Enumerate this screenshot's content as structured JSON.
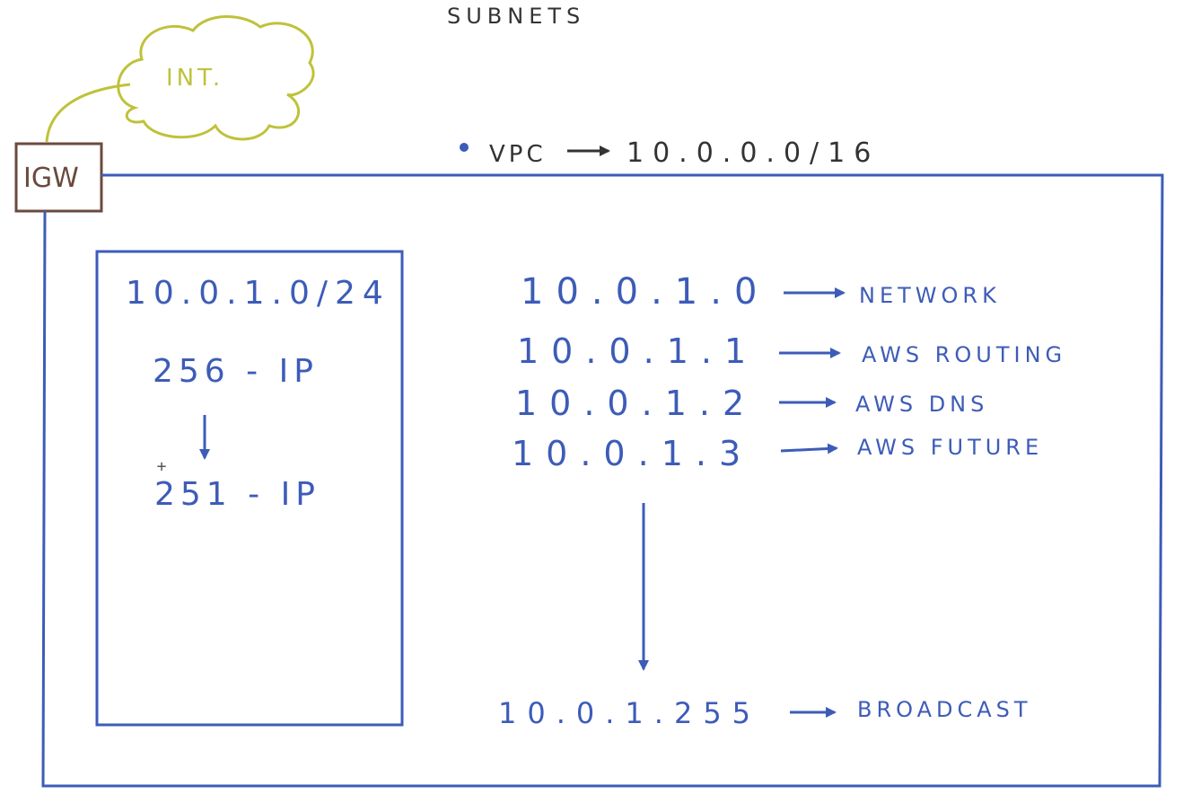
{
  "title": "SUBNETS",
  "internet_label": "INT.",
  "igw_label": "IGW",
  "vpc": {
    "label": "VPC",
    "cidr": "10.0.0.0/16"
  },
  "subnet": {
    "cidr": "10.0.1.0/24",
    "total_ips": "256 - IP",
    "usable_ips": "251 - IP"
  },
  "reserved": [
    {
      "ip": "10.0.1.0",
      "purpose": "NETWORK"
    },
    {
      "ip": "10.0.1.1",
      "purpose": "AWS ROUTING"
    },
    {
      "ip": "10.0.1.2",
      "purpose": "AWS DNS"
    },
    {
      "ip": "10.0.1.3",
      "purpose": "AWS FUTURE"
    }
  ],
  "broadcast": {
    "ip": "10.0.1.255",
    "purpose": "BROADCAST"
  },
  "colors": {
    "ink_blue": "#3d5cb8",
    "cloud_green": "#bfc23a",
    "igw_brown": "#6b4a3e",
    "title_dark": "#333333"
  }
}
